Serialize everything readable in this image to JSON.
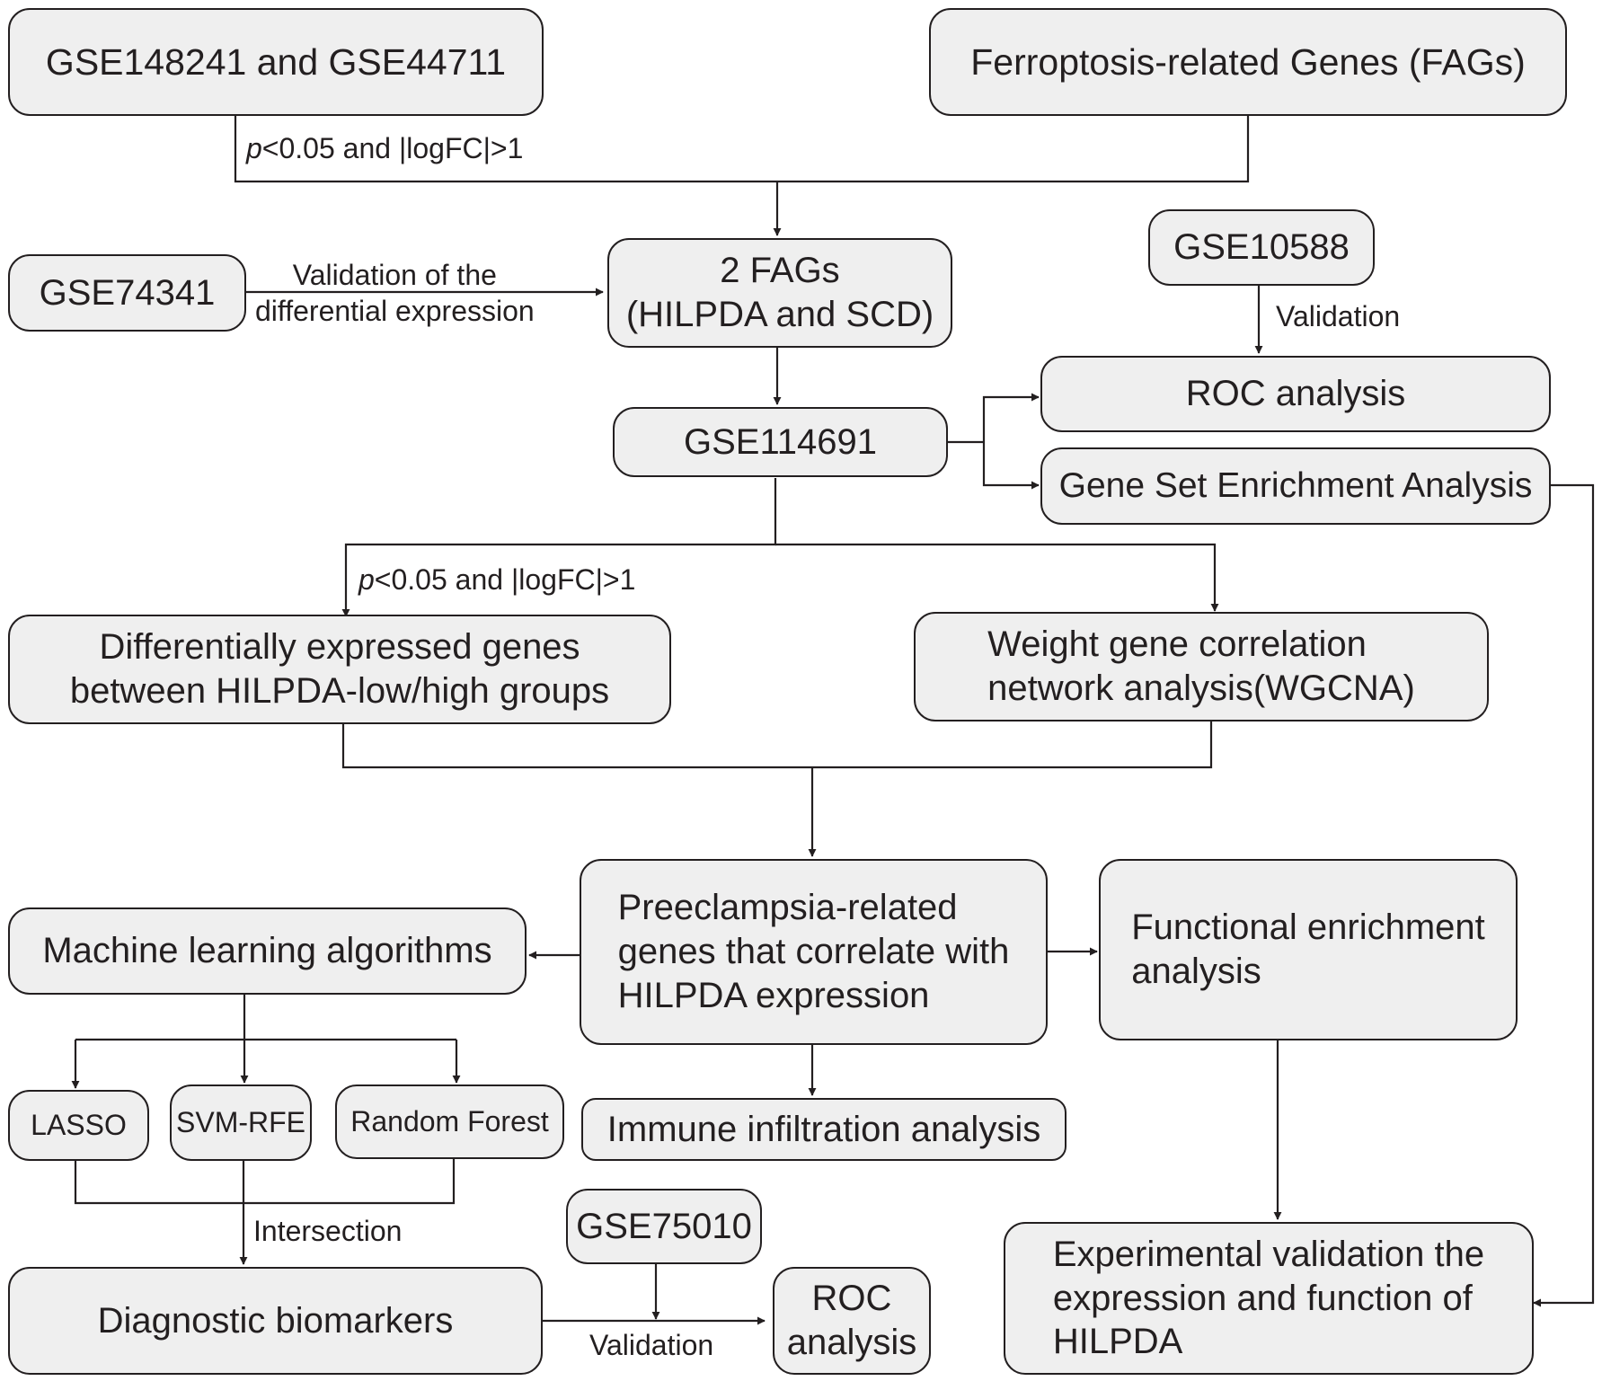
{
  "nodes": {
    "gse148241": "GSE148241 and GSE44711",
    "fags": "Ferroptosis-related Genes (FAGs)",
    "gse74341": "GSE74341",
    "two_fags_line1": "2 FAGs",
    "two_fags_line2": "(HILPDA and SCD)",
    "gse10588": "GSE10588",
    "roc_top": "ROC analysis",
    "gse114691": "GSE114691",
    "gsea": "Gene Set Enrichment Analysis",
    "deg_line1": "Differentially expressed genes",
    "deg_line2": "between HILPDA-low/high groups",
    "wgcna_line1": "Weight gene correlation",
    "wgcna_line2": "network analysis(WGCNA)",
    "pe_line1": "Preeclampsia-related",
    "pe_line2": "genes that correlate with",
    "pe_line3": "HILPDA expression",
    "ml": "Machine learning algorithms",
    "func_line1": "Functional enrichment",
    "func_line2": "analysis",
    "lasso": "LASSO",
    "svm": "SVM-RFE",
    "rf": "Random Forest",
    "immune": "Immune infiltration analysis",
    "gse75010": "GSE75010",
    "diag": "Diagnostic biomarkers",
    "roc_bottom_line1": "ROC",
    "roc_bottom_line2": "analysis",
    "exp_line1": "Experimental validation the",
    "exp_line2": "expression and function of",
    "exp_line3": "HILPDA"
  },
  "edge_labels": {
    "filter_top_p": "p",
    "filter_top_rest": "<0.05 and |logFC|>1",
    "validation_diff_line1": "Validation of the",
    "validation_diff_line2": "differential expression",
    "validation_top": "Validation",
    "filter_mid_p": "p",
    "filter_mid_rest": "<0.05 and |logFC|>1",
    "intersection": "Intersection",
    "validation_bottom": "Validation"
  }
}
